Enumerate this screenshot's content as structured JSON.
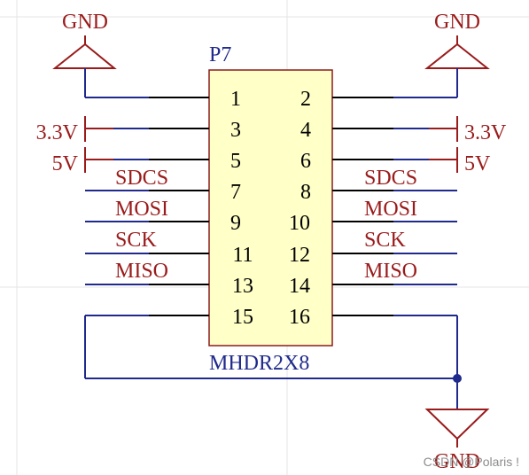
{
  "component": {
    "designator": "P7",
    "comment": "MHDR2X8",
    "body_fill": "#ffffc8",
    "body_stroke": "#8b1a1a"
  },
  "pins_left": [
    "1",
    "3",
    "5",
    "7",
    "9",
    "11",
    "13",
    "15"
  ],
  "pins_right": [
    "2",
    "4",
    "6",
    "8",
    "10",
    "12",
    "14",
    "16"
  ],
  "nets_left": [
    "SDCS",
    "MOSI",
    "SCK",
    "MISO"
  ],
  "nets_right": [
    "SDCS",
    "MOSI",
    "SCK",
    "MISO"
  ],
  "power": {
    "gnd_top_left": "GND",
    "gnd_top_right": "GND",
    "gnd_bottom": "GND",
    "v33_left": "3.3V",
    "v5_left": "5V",
    "v33_right": "3.3V",
    "v5_right": "5V"
  },
  "watermark": "CSDN @Polaris !",
  "colors": {
    "wire": "#1f2a8c",
    "power": "#9a1b1b",
    "pin": "#000000",
    "grid": "#e4e4e4"
  }
}
